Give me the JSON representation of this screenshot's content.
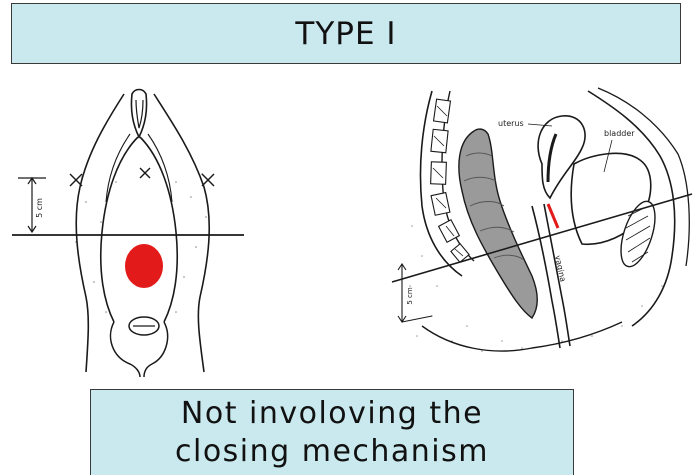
{
  "title": "TYPE I",
  "caption": {
    "line1": "Not involoving the",
    "line2": "closing mechanism"
  },
  "left_diagram": {
    "measure_label": "5 cm"
  },
  "right_diagram": {
    "labels": {
      "uterus": "uterus",
      "bladder": "bladder",
      "vagina": "vagina",
      "measure": "5 cm"
    }
  },
  "colors": {
    "box_fill": "#c9e9ee",
    "lesion": "#e21a1a",
    "line": "#1a1a1a"
  }
}
